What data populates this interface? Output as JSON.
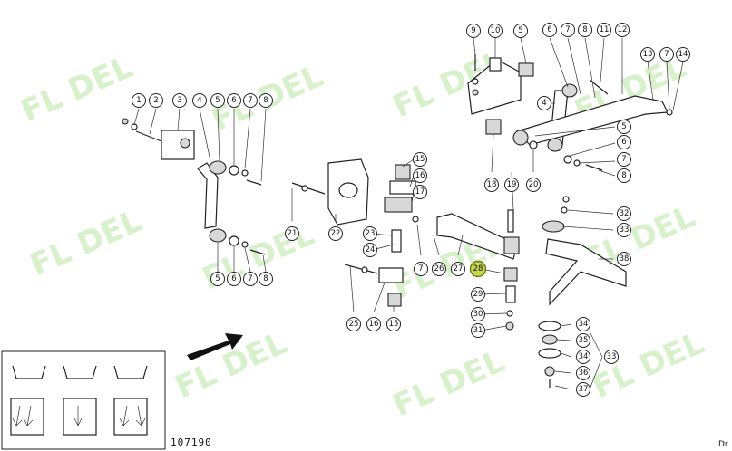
{
  "watermark": "FL DEL",
  "reference_number": "107190",
  "corner_text": "Dr",
  "highlighted_part": "28",
  "callouts": [
    {
      "id": "c1",
      "label": "1"
    },
    {
      "id": "c2",
      "label": "2"
    },
    {
      "id": "c3",
      "label": "3"
    },
    {
      "id": "c4a",
      "label": "4"
    },
    {
      "id": "c5a",
      "label": "5"
    },
    {
      "id": "c6a",
      "label": "6"
    },
    {
      "id": "c7a",
      "label": "7"
    },
    {
      "id": "c8a",
      "label": "8"
    },
    {
      "id": "c5b",
      "label": "5"
    },
    {
      "id": "c6b",
      "label": "6"
    },
    {
      "id": "c7b",
      "label": "7"
    },
    {
      "id": "c8b",
      "label": "8"
    },
    {
      "id": "c9",
      "label": "9"
    },
    {
      "id": "c10",
      "label": "10"
    },
    {
      "id": "c5c",
      "label": "5"
    },
    {
      "id": "c6c",
      "label": "6"
    },
    {
      "id": "c7c",
      "label": "7"
    },
    {
      "id": "c8c",
      "label": "8"
    },
    {
      "id": "c11",
      "label": "11"
    },
    {
      "id": "c12",
      "label": "12"
    },
    {
      "id": "c13",
      "label": "13"
    },
    {
      "id": "c7d",
      "label": "7"
    },
    {
      "id": "c14",
      "label": "14"
    },
    {
      "id": "c4b",
      "label": "4"
    },
    {
      "id": "c5d",
      "label": "5"
    },
    {
      "id": "c6d",
      "label": "6"
    },
    {
      "id": "c7e",
      "label": "7"
    },
    {
      "id": "c8d",
      "label": "8"
    },
    {
      "id": "c15a",
      "label": "15"
    },
    {
      "id": "c16a",
      "label": "16"
    },
    {
      "id": "c17",
      "label": "17"
    },
    {
      "id": "c18",
      "label": "18"
    },
    {
      "id": "c19",
      "label": "19"
    },
    {
      "id": "c20",
      "label": "20"
    },
    {
      "id": "c21",
      "label": "21"
    },
    {
      "id": "c22",
      "label": "22"
    },
    {
      "id": "c23",
      "label": "23"
    },
    {
      "id": "c24",
      "label": "24"
    },
    {
      "id": "c7f",
      "label": "7"
    },
    {
      "id": "c26",
      "label": "26"
    },
    {
      "id": "c27",
      "label": "27"
    },
    {
      "id": "c28",
      "label": "28"
    },
    {
      "id": "c29",
      "label": "29"
    },
    {
      "id": "c30",
      "label": "30"
    },
    {
      "id": "c31",
      "label": "31"
    },
    {
      "id": "c25",
      "label": "25"
    },
    {
      "id": "c16b",
      "label": "16"
    },
    {
      "id": "c15b",
      "label": "15"
    },
    {
      "id": "c32",
      "label": "32"
    },
    {
      "id": "c33a",
      "label": "33"
    },
    {
      "id": "c38",
      "label": "38"
    },
    {
      "id": "c34a",
      "label": "34"
    },
    {
      "id": "c35",
      "label": "35"
    },
    {
      "id": "c34b",
      "label": "34"
    },
    {
      "id": "c36",
      "label": "36"
    },
    {
      "id": "c37",
      "label": "37"
    },
    {
      "id": "c33b",
      "label": "33"
    }
  ]
}
